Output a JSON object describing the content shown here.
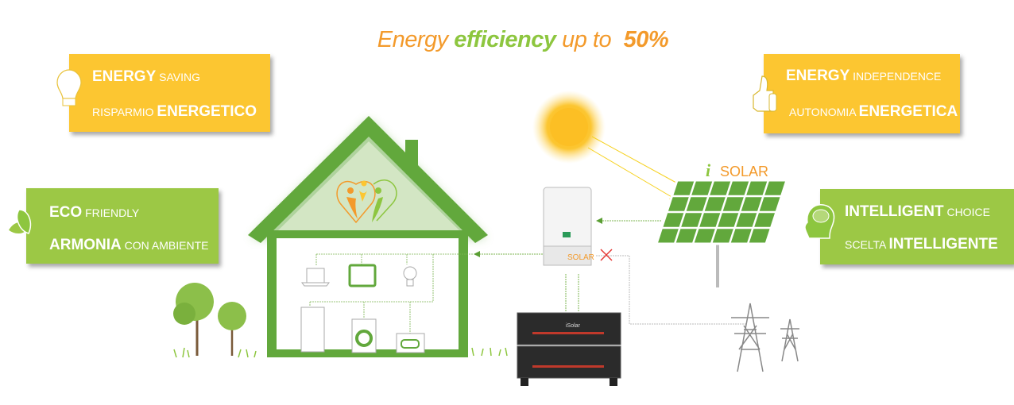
{
  "title": {
    "word1": "Energy",
    "word2": "efficiency",
    "word3": "up to",
    "value": "50%"
  },
  "boxes": {
    "saving": {
      "line1_bold": "ENERGY",
      "line1_rest": "SAVING",
      "line2_rest": "RISPARMIO",
      "line2_bold": "ENERGETICO"
    },
    "eco": {
      "line1_bold": "ECO",
      "line1_rest": "FRIENDLY",
      "line2_bold": "ARMONIA",
      "line2_rest": "CON AMBIENTE"
    },
    "independence": {
      "line1_bold": "ENERGY",
      "line1_rest": "INDEPENDENCE",
      "line2_rest": "AUTONOMIA",
      "line2_bold": "ENERGETICA"
    },
    "intelligent": {
      "line1_bold": "INTELLIGENT",
      "line1_rest": "CHOICE",
      "line2_rest": "SCELTA",
      "line2_bold": "INTELLIGENTE"
    }
  },
  "brand": {
    "panel_logo": "SOLAR",
    "inverter_logo": "SOLAR",
    "battery_logo": "iSolar"
  },
  "colors": {
    "yellow": "#fcc631",
    "green": "#9cc845",
    "house_green": "#62a83c",
    "orange": "#f39a2b"
  }
}
